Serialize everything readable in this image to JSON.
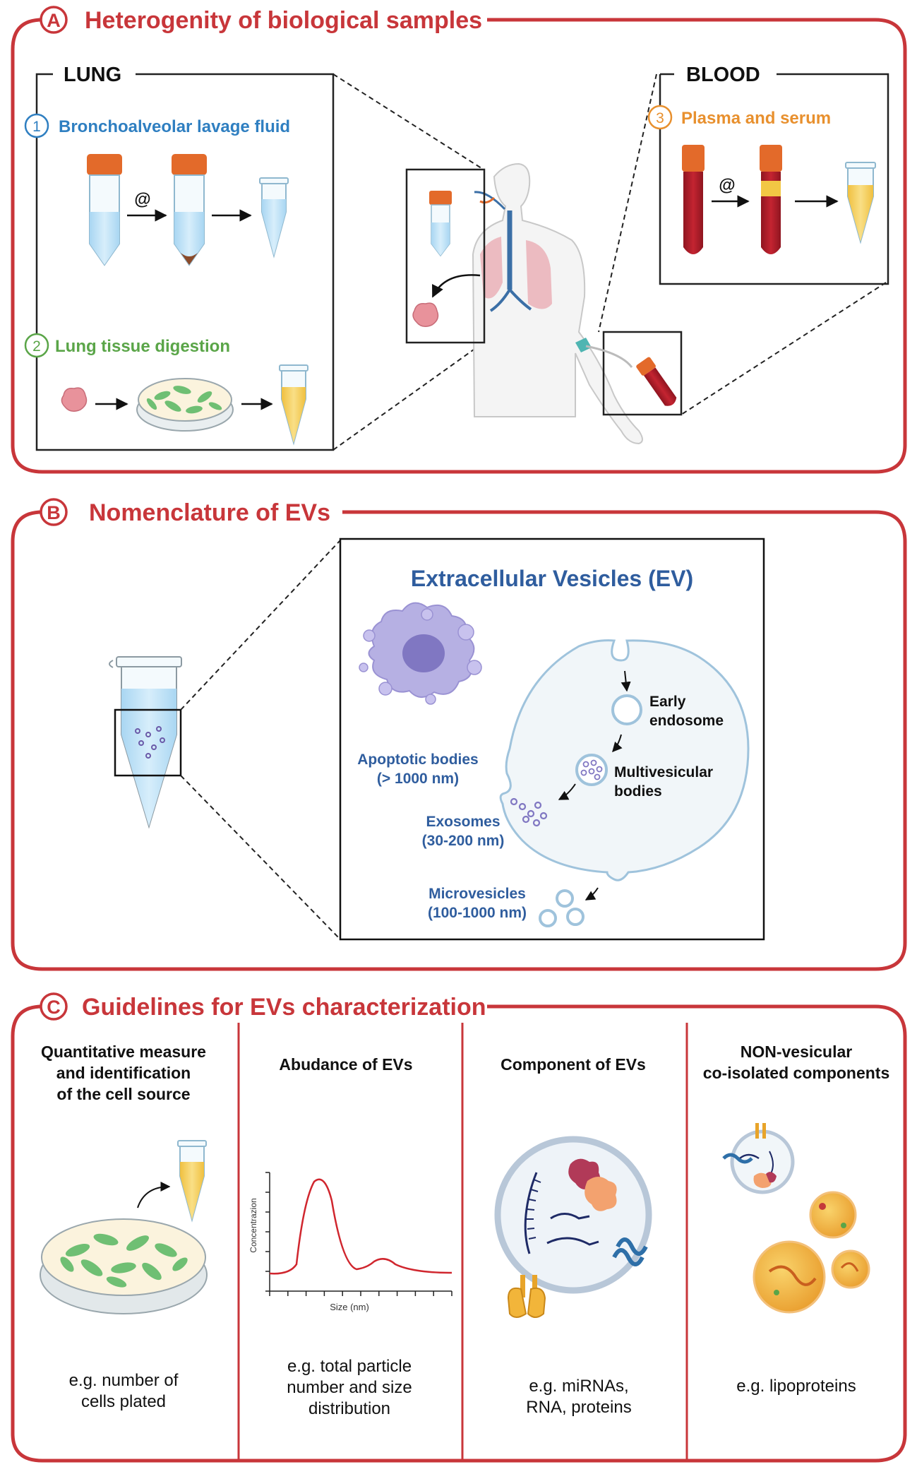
{
  "colors": {
    "frame": "#c8363a",
    "title": "#c8363a",
    "blue_text": "#2f7fc1",
    "green_text": "#5aa548",
    "orange_text": "#e8902e",
    "ev_title": "#2f5d9e",
    "ev_label": "#2f5d9e",
    "blood": "#a11b25",
    "cap": "#e36a2a",
    "serum": "#f2c744",
    "tube_liquid": "#bfe1f6",
    "cell_green": "#6fbf73",
    "membrane": "#9fc3dc"
  },
  "panel_a": {
    "letter": "A",
    "title": "Heterogenity of biological samples",
    "lung_box_title": "LUNG",
    "blood_box_title": "BLOOD",
    "step1_num": "1",
    "step1_label": "Bronchoalveolar lavage fluid",
    "step2_num": "2",
    "step2_label": "Lung tissue digestion",
    "step3_num": "3",
    "step3_label": "Plasma and serum",
    "centrifuge_symbol": "@"
  },
  "panel_b": {
    "letter": "B",
    "title": "Nomenclature of EVs",
    "box_title": "Extracellular Vesicles (EV)",
    "apoptotic_line1": "Apoptotic bodies",
    "apoptotic_line2": "(> 1000 nm)",
    "early_line1": "Early",
    "early_line2": "endosome",
    "mvb_line1": "Multivesicular",
    "mvb_line2": "bodies",
    "exo_line1": "Exosomes",
    "exo_line2": "(30-200 nm)",
    "micro_line1": "Microvesicles",
    "micro_line2": "(100-1000 nm)"
  },
  "panel_c": {
    "letter": "C",
    "title": "Guidelines for EVs characterization",
    "columns": [
      {
        "title_lines": [
          "Quantitative measure",
          "and identification",
          "of the cell source"
        ],
        "example_lines": [
          "e.g. number of",
          "cells plated"
        ]
      },
      {
        "title_lines": [
          "Abudance of EVs"
        ],
        "example_lines": [
          "e.g. total particle",
          "number and size",
          "distribution"
        ]
      },
      {
        "title_lines": [
          "Component of EVs"
        ],
        "example_lines": [
          "e.g. miRNAs,",
          "RNA, proteins"
        ]
      },
      {
        "title_lines": [
          "NON-vesicular",
          "co-isolated components"
        ],
        "example_lines": [
          "e.g. lipoproteins"
        ]
      }
    ],
    "mini_chart": {
      "xlabel": "Size (nm)",
      "ylabel": "Concentrazion"
    }
  }
}
